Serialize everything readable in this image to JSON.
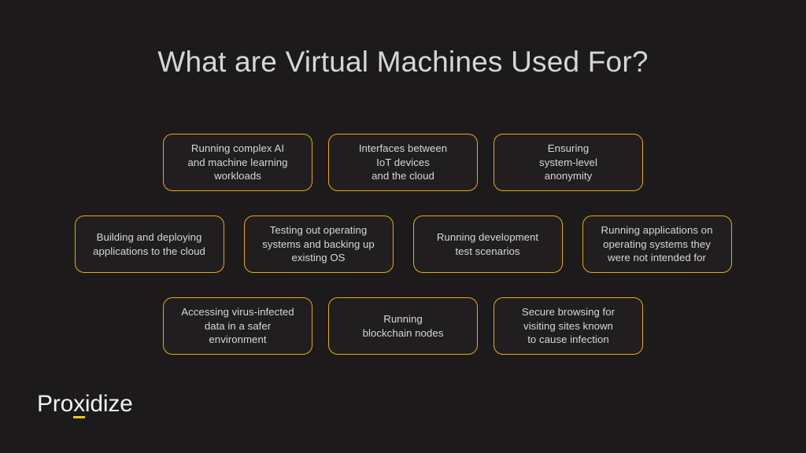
{
  "slide": {
    "background_color": "#1c1a1a",
    "title": "What are Virtual Machines Used For?",
    "accent_color": "#e8ab0e",
    "text_color": "#d8d8d8"
  },
  "rows": [
    {
      "cards": [
        {
          "text": "Running complex AI\nand machine learning\nworkloads"
        },
        {
          "text": "Interfaces between\nIoT devices\nand the cloud"
        },
        {
          "text": "Ensuring\nsystem-level\nanonymity"
        }
      ]
    },
    {
      "cards": [
        {
          "text": "Building and deploying\napplications to the cloud"
        },
        {
          "text": "Testing out operating\nsystems and backing up\nexisting OS"
        },
        {
          "text": "Running development\ntest scenarios"
        },
        {
          "text": "Running applications on\noperating systems they\nwere not intended for"
        }
      ]
    },
    {
      "cards": [
        {
          "text": "Accessing virus-infected\ndata in a safer\nenvironment"
        },
        {
          "text": "Running\nblockchain nodes"
        },
        {
          "text": "Secure browsing for\nvisiting sites known\nto cause infection"
        }
      ]
    }
  ],
  "logo": {
    "part_1": "Pro",
    "part_accent": "x",
    "part_2": "idize",
    "underline_color": "#f5c518"
  }
}
